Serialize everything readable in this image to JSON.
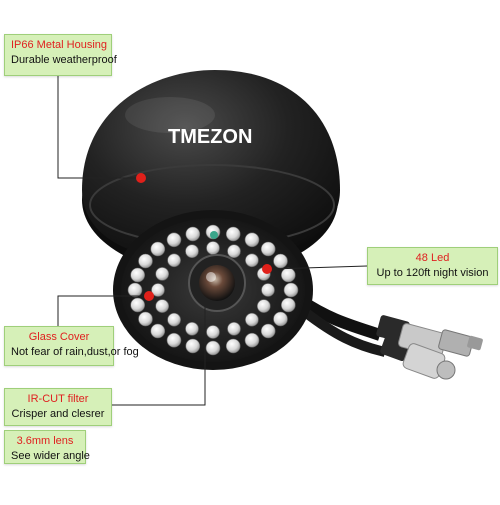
{
  "brand": "TMEZON",
  "callouts": {
    "housing": {
      "title": "IP66 Metal Housing",
      "subtitle": "Durable weatherproof"
    },
    "led": {
      "title": "48 Led",
      "subtitle": "Up to 120ft night vision"
    },
    "glass": {
      "title": "Glass Cover",
      "subtitle": "Not fear of rain,dust,or fog"
    },
    "ircut": {
      "title": "IR-CUT filter",
      "subtitle": "Crisper and clesrer"
    },
    "lens": {
      "title": "3.6mm lens",
      "subtitle": "See wider angle"
    }
  },
  "colors": {
    "callout_bg": "#d6f0b8",
    "title_red": "#e02020",
    "camera_body": "#1c1c1c",
    "marker_red": "#e0201a"
  }
}
